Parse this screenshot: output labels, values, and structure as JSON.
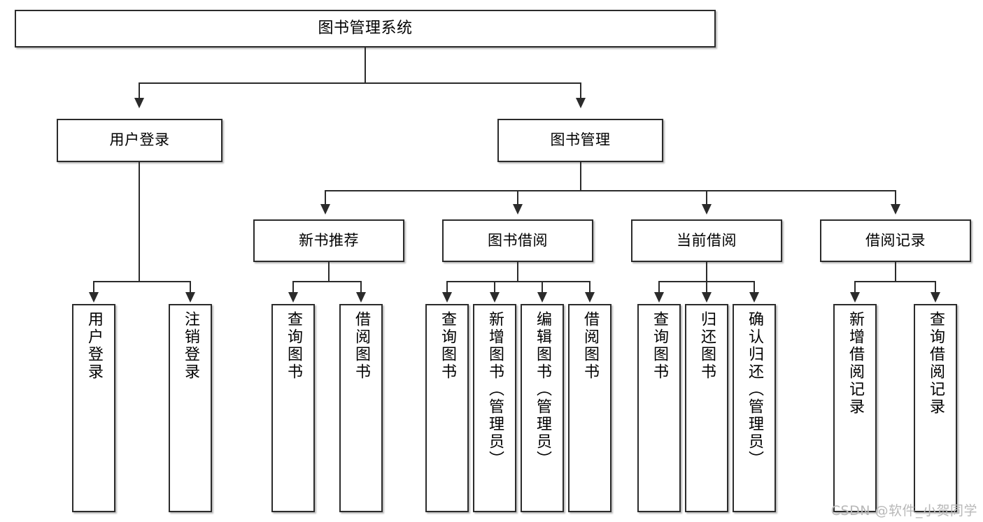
{
  "diagram": {
    "title": "图书管理系统",
    "type": "tree-hierarchy-chart",
    "root": {
      "label": "图书管理系统"
    },
    "level2": [
      {
        "label": "用户登录"
      },
      {
        "label": "图书管理"
      }
    ],
    "level3": [
      {
        "label": "新书推荐"
      },
      {
        "label": "图书借阅"
      },
      {
        "label": "当前借阅"
      },
      {
        "label": "借阅记录"
      }
    ],
    "leaves": {
      "user_login": [
        {
          "label": "用户登录"
        },
        {
          "label": "注销登录"
        }
      ],
      "new_book_recommend": [
        {
          "label": "查询图书"
        },
        {
          "label": "借阅图书"
        }
      ],
      "book_borrow": [
        {
          "label": "查询图书"
        },
        {
          "label": "新增图书（管理员）"
        },
        {
          "label": "编辑图书（管理员）"
        },
        {
          "label": "借阅图书"
        }
      ],
      "current_borrow": [
        {
          "label": "查询图书"
        },
        {
          "label": "归还图书"
        },
        {
          "label": "确认归还（管理员）"
        }
      ],
      "borrow_record": [
        {
          "label": "新增借阅记录"
        },
        {
          "label": "查询借阅记录"
        }
      ]
    }
  },
  "watermark": {
    "text": "CSDN @软件_小贺同学"
  },
  "colors": {
    "stroke": "#2b2b2b",
    "fill": "#ffffff",
    "text": "#000000",
    "watermark": "#b8b8b8"
  }
}
